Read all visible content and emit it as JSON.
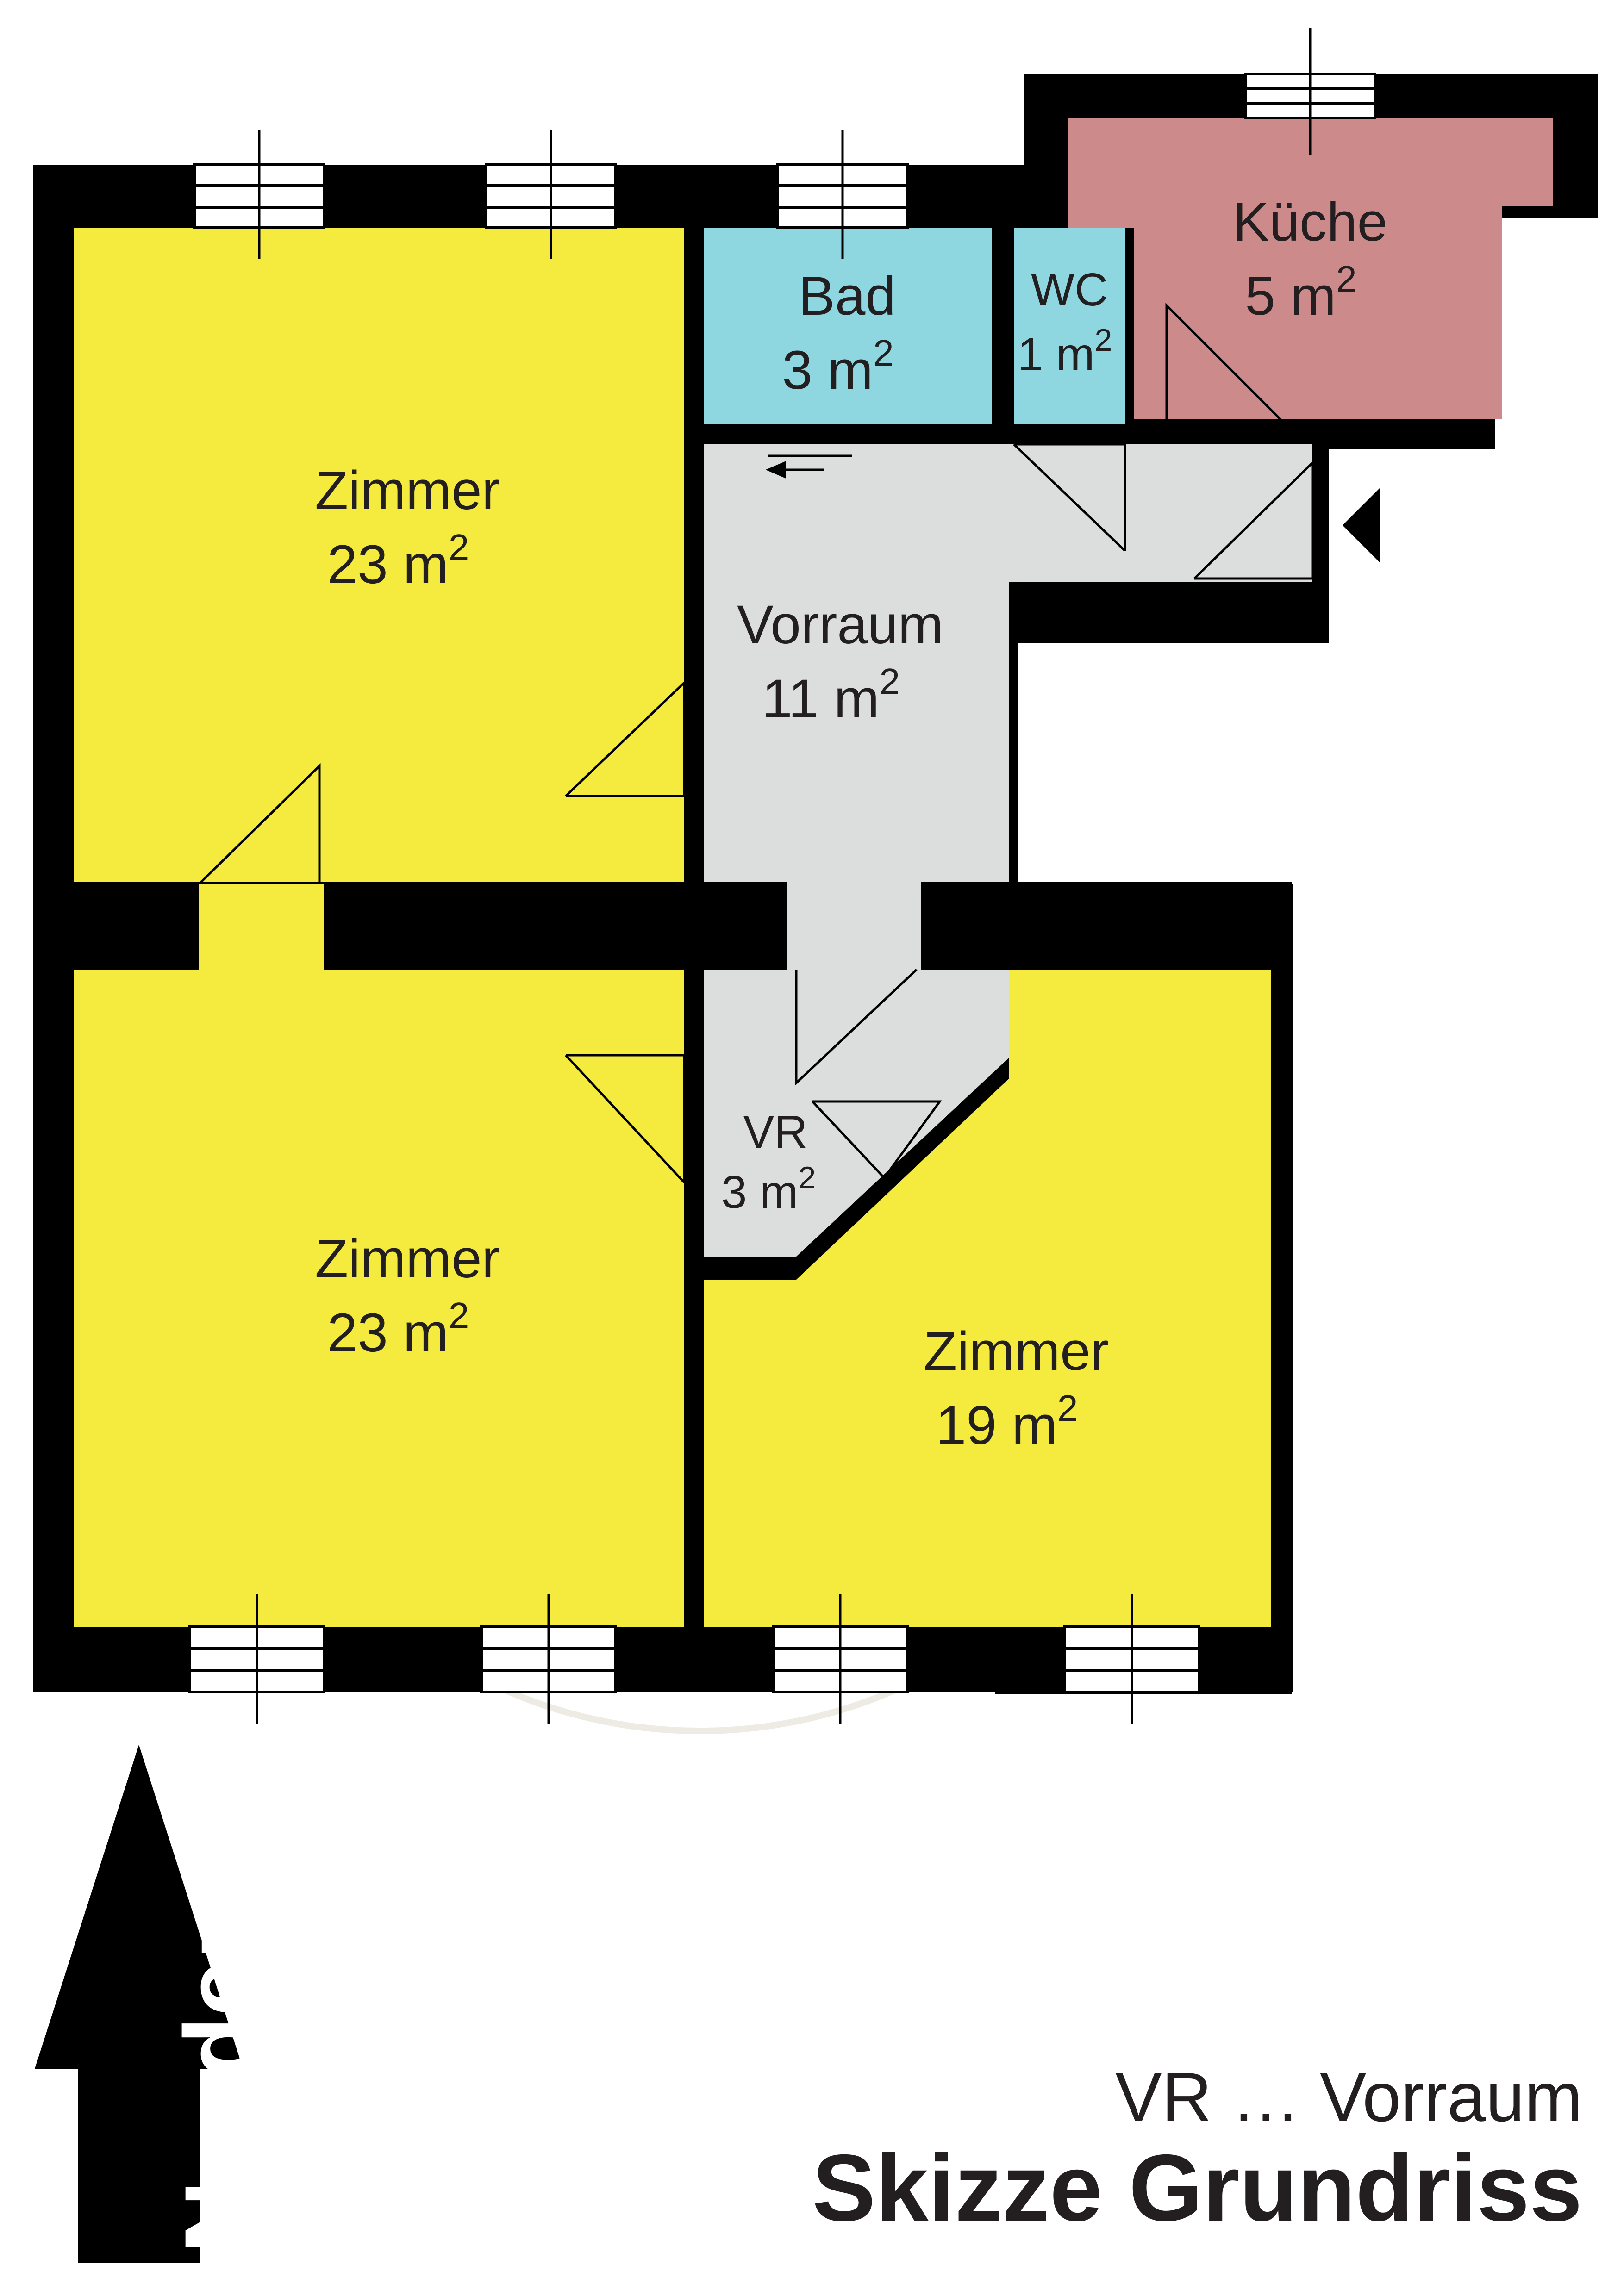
{
  "rooms": [
    {
      "id": "zimmer-nw",
      "name": "Zimmer",
      "area": "23 m",
      "unit_sup": "2"
    },
    {
      "id": "bad",
      "name": "Bad",
      "area": "3 m",
      "unit_sup": "2"
    },
    {
      "id": "wc",
      "name": "WC",
      "area": "1 m",
      "unit_sup": "2"
    },
    {
      "id": "kueche",
      "name": "Küche",
      "area": "5 m",
      "unit_sup": "2"
    },
    {
      "id": "vorraum",
      "name": "Vorraum",
      "area": "11 m",
      "unit_sup": "2"
    },
    {
      "id": "vr",
      "name": "VR",
      "area": "3 m",
      "unit_sup": "2"
    },
    {
      "id": "zimmer-sw",
      "name": "Zimmer",
      "area": "23 m",
      "unit_sup": "2"
    },
    {
      "id": "zimmer-se",
      "name": "Zimmer",
      "area": "19 m",
      "unit_sup": "2"
    }
  ],
  "legend": "VR … Vorraum",
  "title": "Skizze Grundriss",
  "north": "Norden",
  "colors": {
    "wall": "#000000",
    "living": "#f4eb3e",
    "wet": "#8ed6e0",
    "kitchen": "#cd8a8a",
    "hall": "#dcdedd",
    "window": "#ffffff"
  }
}
